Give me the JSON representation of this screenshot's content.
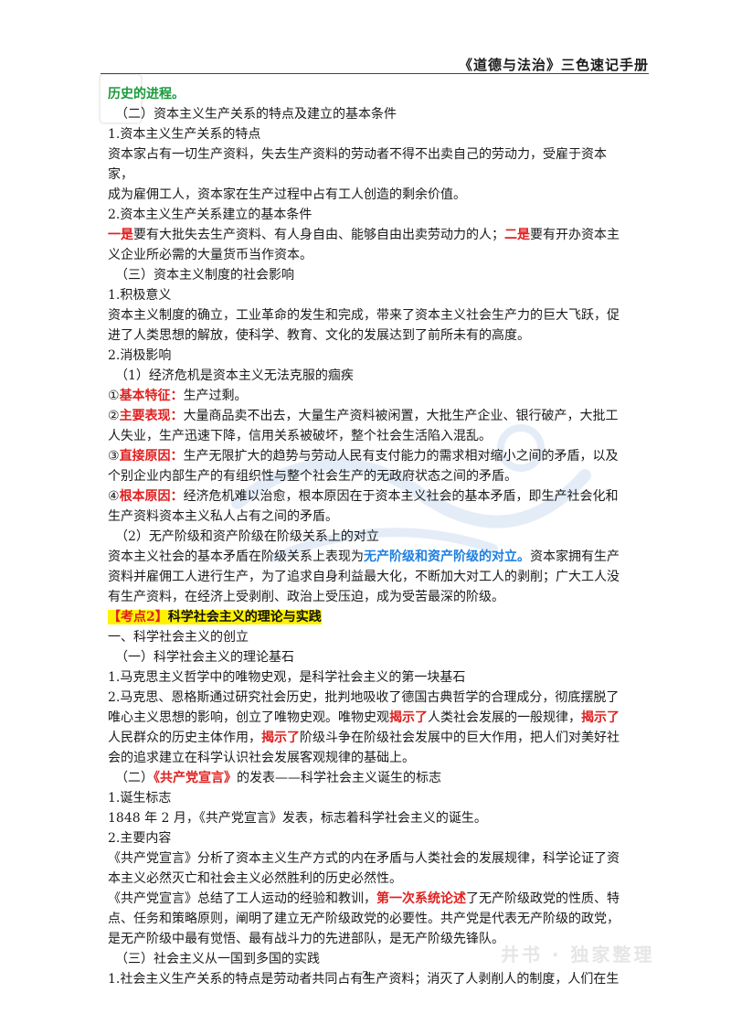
{
  "header": {
    "title": "《道德与法治》三色速记手册"
  },
  "lines": [
    {
      "segs": [
        {
          "t": "历史的进程。",
          "c": "hl-green"
        }
      ]
    },
    {
      "indent": true,
      "segs": [
        {
          "t": "（二）资本主义生产关系的特点及建立的基本条件"
        }
      ]
    },
    {
      "segs": [
        {
          "t": "1.资本主义生产关系的特点"
        }
      ]
    },
    {
      "segs": [
        {
          "t": "资本家占有一切生产资料，失去生产资料的劳动者不得不出卖自己的劳动力，受雇于资本家，"
        }
      ]
    },
    {
      "segs": [
        {
          "t": "成为雇佣工人，资本家在生产过程中占有工人创造的剩余价值。"
        }
      ]
    },
    {
      "segs": [
        {
          "t": "2.资本主义生产关系建立的基本条件"
        }
      ]
    },
    {
      "segs": [
        {
          "t": "一是",
          "c": "hl-red"
        },
        {
          "t": "要有大批失去生产资料、有人身自由、能够自由出卖劳动力的人；"
        },
        {
          "t": "二是",
          "c": "hl-red"
        },
        {
          "t": "要有开办资本主"
        }
      ]
    },
    {
      "segs": [
        {
          "t": "义企业所必需的大量货币当作资本。"
        }
      ]
    },
    {
      "indent": true,
      "segs": [
        {
          "t": "（三）资本主义制度的社会影响"
        }
      ]
    },
    {
      "segs": [
        {
          "t": "1.积极意义"
        }
      ]
    },
    {
      "segs": [
        {
          "t": "资本主义制度的确立，工业革命的发生和完成，带来了资本主义社会生产力的巨大飞跃，促"
        }
      ]
    },
    {
      "segs": [
        {
          "t": "进了人类思想的解放，使科学、教育、文化的发展达到了前所未有的高度。"
        }
      ]
    },
    {
      "segs": [
        {
          "t": "2.消极影响"
        }
      ]
    },
    {
      "indent": true,
      "segs": [
        {
          "t": "（1）经济危机是资本主义无法克服的痼疾"
        }
      ]
    },
    {
      "segs": [
        {
          "t": "①"
        },
        {
          "t": "基本特征：",
          "c": "hl-red"
        },
        {
          "t": "生产过剩。"
        }
      ]
    },
    {
      "segs": [
        {
          "t": "②"
        },
        {
          "t": "主要表现：",
          "c": "hl-red"
        },
        {
          "t": "大量商品卖不出去，大量生产资料被闲置，大批生产企业、银行破产，大批工"
        }
      ]
    },
    {
      "segs": [
        {
          "t": "人失业，生产迅速下降，信用关系被破坏，整个社会生活陷入混乱。"
        }
      ]
    },
    {
      "segs": [
        {
          "t": "③"
        },
        {
          "t": "直接原因：",
          "c": "hl-red"
        },
        {
          "t": "生产无限扩大的趋势与劳动人民有支付能力的需求相对缩小之间的矛盾，以及"
        }
      ]
    },
    {
      "segs": [
        {
          "t": "个别企业内部生产的有组织性与整个社会生产的无政府状态之间的矛盾。"
        }
      ]
    },
    {
      "segs": [
        {
          "t": "④"
        },
        {
          "t": "根本原因：",
          "c": "hl-red"
        },
        {
          "t": "经济危机难以治愈，根本原因在于资本主义社会的基本矛盾，即生产社会化和"
        }
      ]
    },
    {
      "segs": [
        {
          "t": "生产资料资本主义私人占有之间的矛盾。"
        }
      ]
    },
    {
      "indent": true,
      "segs": [
        {
          "t": "（2）无产阶级和资产阶级在阶级关系上的对立"
        }
      ]
    },
    {
      "segs": [
        {
          "t": "资本主义社会的基本矛盾在阶级关系上表现为"
        },
        {
          "t": "无产阶级和资产阶级的对立。",
          "c": "hl-blue"
        },
        {
          "t": "资本家拥有生产"
        }
      ]
    },
    {
      "segs": [
        {
          "t": "资料并雇佣工人进行生产，为了追求自身利益最大化，不断加大对工人的剥削；广大工人没"
        }
      ]
    },
    {
      "segs": [
        {
          "t": "有生产资料，在经济上受剥削、政治上受压迫，成为受苦最深的阶级。"
        }
      ]
    },
    {
      "kp": true,
      "segs": [
        {
          "t": "【考点2】",
          "c": "kp-red"
        },
        {
          "t": "科学社会主义的理论与实践",
          "c": "kt"
        }
      ]
    },
    {
      "segs": [
        {
          "t": "一、科学社会主义的创立"
        }
      ]
    },
    {
      "indent": true,
      "segs": [
        {
          "t": "（一）科学社会主义的理论基石"
        }
      ]
    },
    {
      "segs": [
        {
          "t": "1.马克思主义哲学中的唯物史观，是科学社会主义的第一块基石"
        }
      ]
    },
    {
      "segs": [
        {
          "t": "2.马克思、恩格斯通过研究社会历史，批判地吸收了德国古典哲学的合理成分，彻底摆脱了"
        }
      ]
    },
    {
      "segs": [
        {
          "t": "唯心主义思想的影响，创立了唯物史观。唯物史观"
        },
        {
          "t": "揭示了",
          "c": "hl-red"
        },
        {
          "t": "人类社会发展的一般规律，"
        },
        {
          "t": "揭示了",
          "c": "hl-red"
        }
      ]
    },
    {
      "segs": [
        {
          "t": "人民群众的历史主体作用，"
        },
        {
          "t": "揭示了",
          "c": "hl-red"
        },
        {
          "t": "阶级斗争在阶级社会发展中的巨大作用，把人们对美好社"
        }
      ]
    },
    {
      "segs": [
        {
          "t": "会的追求建立在科学认识社会发展客观规律的基础上。"
        }
      ]
    },
    {
      "indent": true,
      "segs": [
        {
          "t": "（二）"
        },
        {
          "t": "《共产党宣言》",
          "c": "hl-red"
        },
        {
          "t": "的发表——科学社会主义诞生的标志"
        }
      ]
    },
    {
      "segs": [
        {
          "t": "1.诞生标志"
        }
      ]
    },
    {
      "segs": [
        {
          "t": "1848 年 2 月，《共产党宣言》发表，标志着科学社会主义的诞生。"
        }
      ]
    },
    {
      "segs": [
        {
          "t": "2.主要内容"
        }
      ]
    },
    {
      "segs": [
        {
          "t": "《共产党宣言》分析了资本主义生产方式的内在矛盾与人类社会的发展规律，科学论证了资"
        }
      ]
    },
    {
      "segs": [
        {
          "t": "本主义必然灭亡和社会主义必然胜利的历史必然性。"
        }
      ]
    },
    {
      "segs": [
        {
          "t": "《共产党宣言》总结了工人运动的经验和教训，"
        },
        {
          "t": "第一次系统论述",
          "c": "hl-red"
        },
        {
          "t": "了无产阶级政党的性质、特"
        }
      ]
    },
    {
      "segs": [
        {
          "t": "点、任务和策略原则，阐明了建立无产阶级政党的必要性。共产党是代表无产阶级的政党，"
        }
      ]
    },
    {
      "segs": [
        {
          "t": "是无产阶级中最有觉悟、最有战斗力的先进部队，是无产阶级先锋队。"
        }
      ]
    },
    {
      "indent": true,
      "segs": [
        {
          "t": "（三）社会主义从一国到多国的实践"
        }
      ]
    },
    {
      "segs": [
        {
          "t": "1.社会主义生产关系的特点是劳动者共同占有生产资料；消灭了人剥削人的制度，人们在生"
        }
      ]
    }
  ],
  "footer": {
    "page_number": "3",
    "watermark": "井书 · 独家整理"
  }
}
